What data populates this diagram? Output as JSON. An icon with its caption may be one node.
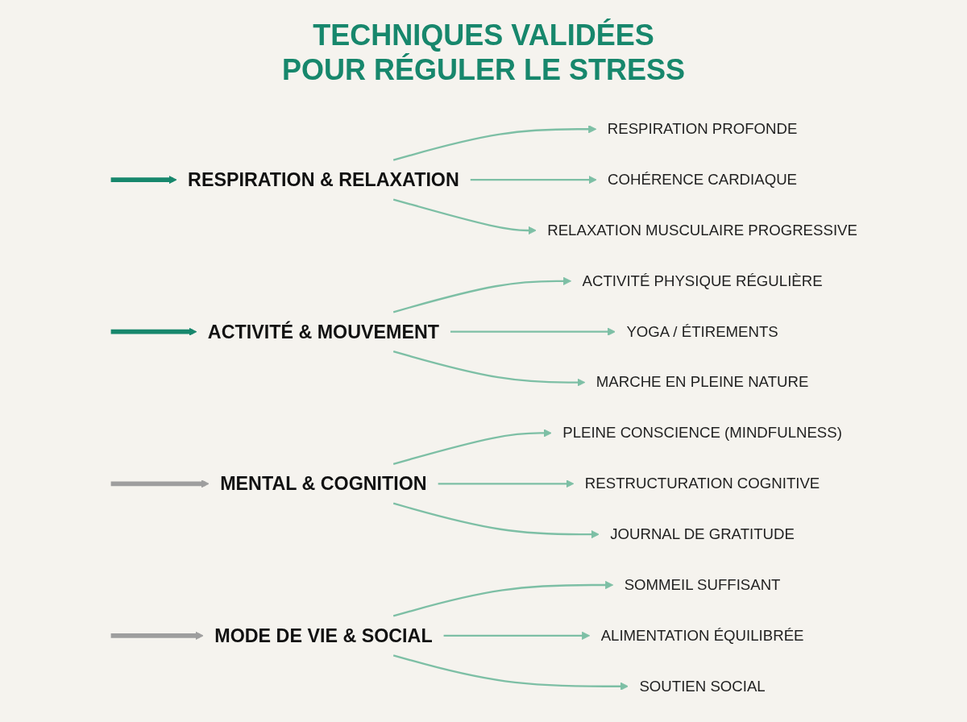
{
  "diagram": {
    "title": "TECHNIQUES VALIDÉES POUR RÉGULER LE STRESS",
    "nodes": [
      {
        "text": [
          "RESPIRATION & RELAXATION"
        ]
      },
      {
        "text": [
          "RESPIRATION PROFONDE"
        ]
      },
      {
        "text": [
          "COHÉRENCE CARDIAQUE"
        ]
      },
      {
        "text": [
          "RELAXATION MUSCULAIRE PROGRESSIVE"
        ]
      },
      {
        "text": [
          "ACTIVITÉ & MOUVEMENT"
        ]
      },
      {
        "text": [
          "ACTIVITÉ PHYSIQUE RÉGULIÈRE"
        ]
      },
      {
        "text": [
          "YOGA / ÉTIREMENTS"
        ]
      },
      {
        "text": [
          "MARCHE EN PLEINE NATURE"
        ]
      },
      {
        "text": [
          "MENTAL & COGNITION"
        ]
      },
      {
        "text": [
          "PLEINE CONSCIENCE (MINDFULNESS)"
        ]
      },
      {
        "text": [
          "RESTRUCTURATION COGNITIVE"
        ]
      },
      {
        "text": [
          "JOURNAL DE GRATITUDE"
        ]
      },
      {
        "text": [
          "MODE DE VIE & SOCIAL"
        ]
      },
      {
        "text": [
          "SOMMEIL SUFFISANT"
        ]
      },
      {
        "text": [
          "ALIMENTATION ÉQUILIBRÉE"
        ]
      },
      {
        "text": [
          "SOUTIEN SOCIAL"
        ]
      }
    ],
    "edges": [
      {
        "from": null,
        "to": 0,
        "arrow": "to",
        "style": "thick",
        "color": "#17876c"
      },
      {
        "from": null,
        "to": 4,
        "arrow": "to",
        "style": "thick",
        "color": "#17876c"
      },
      {
        "from": null,
        "to": 8,
        "arrow": "to",
        "style": "thick",
        "color": "#9e9e9e"
      },
      {
        "from": null,
        "to": 12,
        "arrow": "to",
        "style": "thick",
        "color": "#9e9e9e"
      },
      {
        "from": 0,
        "to": 1,
        "arrow": "to"
      },
      {
        "from": 0,
        "to": 2,
        "arrow": "to"
      },
      {
        "from": 0,
        "to": 3,
        "arrow": "to"
      },
      {
        "from": 4,
        "to": 5,
        "arrow": "to"
      },
      {
        "from": 4,
        "to": 6,
        "arrow": "to"
      },
      {
        "from": 4,
        "to": 7,
        "arrow": "to"
      },
      {
        "from": 8,
        "to": 9,
        "arrow": "to"
      },
      {
        "from": 8,
        "to": 10,
        "arrow": "to"
      },
      {
        "from": 8,
        "to": 11,
        "arrow": "to"
      },
      {
        "from": 12,
        "to": 13,
        "arrow": "to"
      },
      {
        "from": 12,
        "to": 14,
        "arrow": "to"
      },
      {
        "from": 12,
        "to": 15,
        "arrow": "to"
      }
    ]
  }
}
